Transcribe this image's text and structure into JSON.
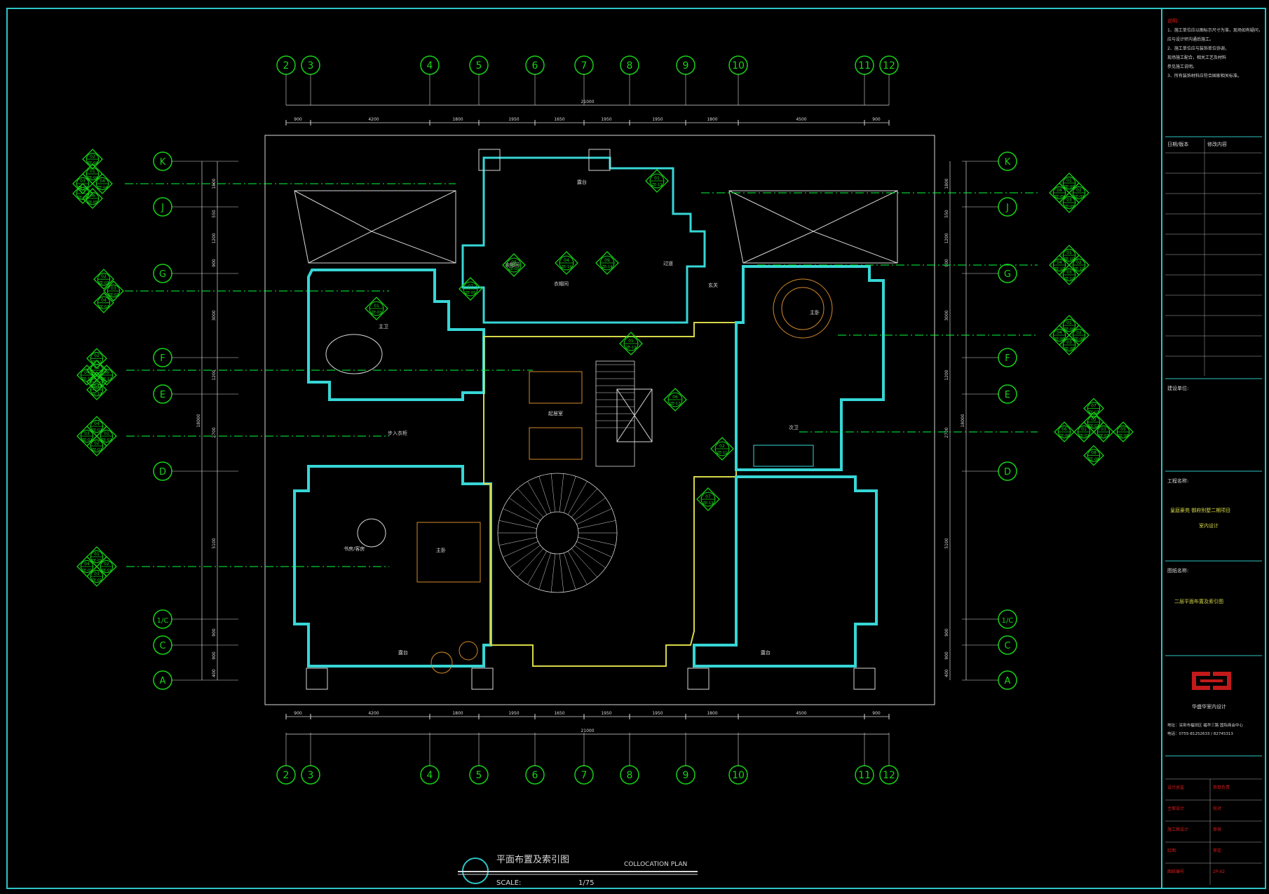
{
  "colors": {
    "frame": "#2ec4c4",
    "green": "#17d117",
    "bright_green": "#00ff3c",
    "yellow": "#d7d74a",
    "white": "#d9d9d9",
    "red": "#e01b1b",
    "orange": "#d48a2a",
    "cyan": "#37d6d6"
  },
  "grid": {
    "columns": [
      "2",
      "3",
      "4",
      "5",
      "6",
      "7",
      "8",
      "9",
      "10",
      "11",
      "12"
    ],
    "rows": [
      "K",
      "J",
      "G",
      "F",
      "E",
      "D",
      "1/C",
      "C",
      "A"
    ]
  },
  "dimensions": {
    "total": "21000",
    "top": [
      "900",
      "4200",
      "1800",
      "1950",
      "1650",
      "1950",
      "1950",
      "1800",
      "4500",
      "900"
    ],
    "bottom": [
      "900",
      "4200",
      "1800",
      "1950",
      "1650",
      "1950",
      "1950",
      "1800",
      "4500",
      "900"
    ],
    "left_total": "18000",
    "left": [
      "1800",
      "550",
      "1200",
      "900",
      "3000",
      "1200",
      "2700",
      "5100",
      "900",
      "900",
      "400"
    ],
    "right_total": "18000",
    "right": [
      "1800",
      "550",
      "1200",
      "900",
      "3000",
      "1200",
      "2700",
      "5100",
      "900",
      "900",
      "400"
    ]
  },
  "rooms": [
    "露台",
    "衣帽间",
    "衣帽间",
    "主卫",
    "起居室",
    "主卧",
    "步入衣柜",
    "次卫",
    "书房/客房",
    "主卧",
    "露台",
    "露台",
    "玄关",
    "过道"
  ],
  "index_symbols": {
    "left": [
      {
        "nums": [
          "02",
          "01",
          "03",
          "04",
          "05",
          "06"
        ],
        "refs": [
          "ZE-04",
          "ZE-04",
          "ZE-04",
          "ZE-04",
          "ZE-05",
          "ZE-05"
        ]
      },
      {
        "nums": [
          "02",
          "03",
          "04"
        ],
        "refs": [
          "ZE-03",
          "ZE-03",
          "ZE-03"
        ]
      },
      {
        "nums": [
          "02",
          "01",
          "04",
          "06",
          "03",
          "05"
        ],
        "refs": [
          "ZE-11",
          "ZE-11",
          "ZE-12",
          "ZE-12",
          "ZE-12",
          "ZE-12"
        ]
      },
      {
        "nums": [
          "04",
          "03",
          "01",
          "02"
        ],
        "refs": [
          "ZE-02",
          "ZE-02",
          "ZE-02",
          "ZE-02"
        ]
      },
      {
        "nums": [
          "01",
          "04",
          "02",
          "03"
        ],
        "refs": [
          "ZE-01",
          "ZE-01",
          "ZE-01",
          "ZE-01"
        ]
      }
    ],
    "right": [
      {
        "nums": [
          "01",
          "04",
          "02",
          "03"
        ],
        "refs": [
          "ZE-09",
          "ZE-09",
          "ZE-09",
          "ZE-09"
        ]
      },
      {
        "nums": [
          "01",
          "04",
          "02",
          "03"
        ],
        "refs": [
          "ZE-10",
          "ZE-10",
          "ZE-10",
          "ZE-10"
        ]
      },
      {
        "nums": [
          "01",
          "04",
          "02",
          "03"
        ],
        "refs": [
          "ZE-06",
          "ZE-06",
          "ZE-06",
          "ZE-06"
        ]
      },
      {
        "nums": [
          "07",
          "06",
          "01",
          "02",
          "03",
          "05",
          "08"
        ],
        "refs": [
          "ZE-07",
          "ZE-08",
          "ZE-07",
          "ZE-07",
          "ZE-07",
          "ZE-08",
          "ZE-08"
        ]
      }
    ],
    "interior": [
      {
        "num": "01",
        "ref": "ZE-13"
      },
      {
        "num": "08",
        "ref": "ZE-05"
      },
      {
        "num": "04",
        "ref": "ZE-14"
      },
      {
        "num": "09",
        "ref": "ZE-14"
      },
      {
        "num": "07",
        "ref": "ZE-05"
      },
      {
        "num": "01",
        "ref": "ZE-03"
      },
      {
        "num": "05",
        "ref": "ZE-13"
      },
      {
        "num": "06",
        "ref": "ZE-17"
      },
      {
        "num": "02",
        "ref": "ZE-11"
      },
      {
        "num": "07",
        "ref": "ZE-13"
      }
    ]
  },
  "title_block": {
    "plan_title_cn": "平面布置及索引图",
    "plan_title_en": "COLLOCATION PLAN",
    "scale_label": "SCALE:",
    "scale_value": "1/75",
    "notes_header": "说明:",
    "notes": [
      "1、施工单位应以图标示尺寸为准，现场如有疑问，",
      "应与设计师沟通后施工。",
      "2、施工单位应与装饰单位协调，",
      "现场施工配合，相关工艺及材料",
      "参见施工说明。",
      "3、所有装饰材料应符合国家相关标准。"
    ],
    "revision_header": "日期/版本",
    "revision_col": "修改内容",
    "client_header": "建设单位:",
    "project_header": "工程名称:",
    "project_name_1": "皇庭豪苑 御府别墅二期项目",
    "project_name_2": "室内设计",
    "drawing_header": "图纸名称:",
    "drawing_name": "二层平面布置及索引图",
    "company": "华盛华室内设计",
    "address": "地址：深圳市福田区 福华三路 国际商会中心",
    "phone": "电话：0755-81252633 / 82745313",
    "sign_rows": [
      {
        "a": "设计总监",
        "b": "项目负责"
      },
      {
        "a": "主案设计",
        "b": "校对"
      },
      {
        "a": "施工图设计",
        "b": "审核"
      },
      {
        "a": "绘图",
        "b": "审定"
      },
      {
        "a": "图纸编号",
        "b": "2P-02"
      }
    ],
    "sheet_number": "2P-02"
  }
}
